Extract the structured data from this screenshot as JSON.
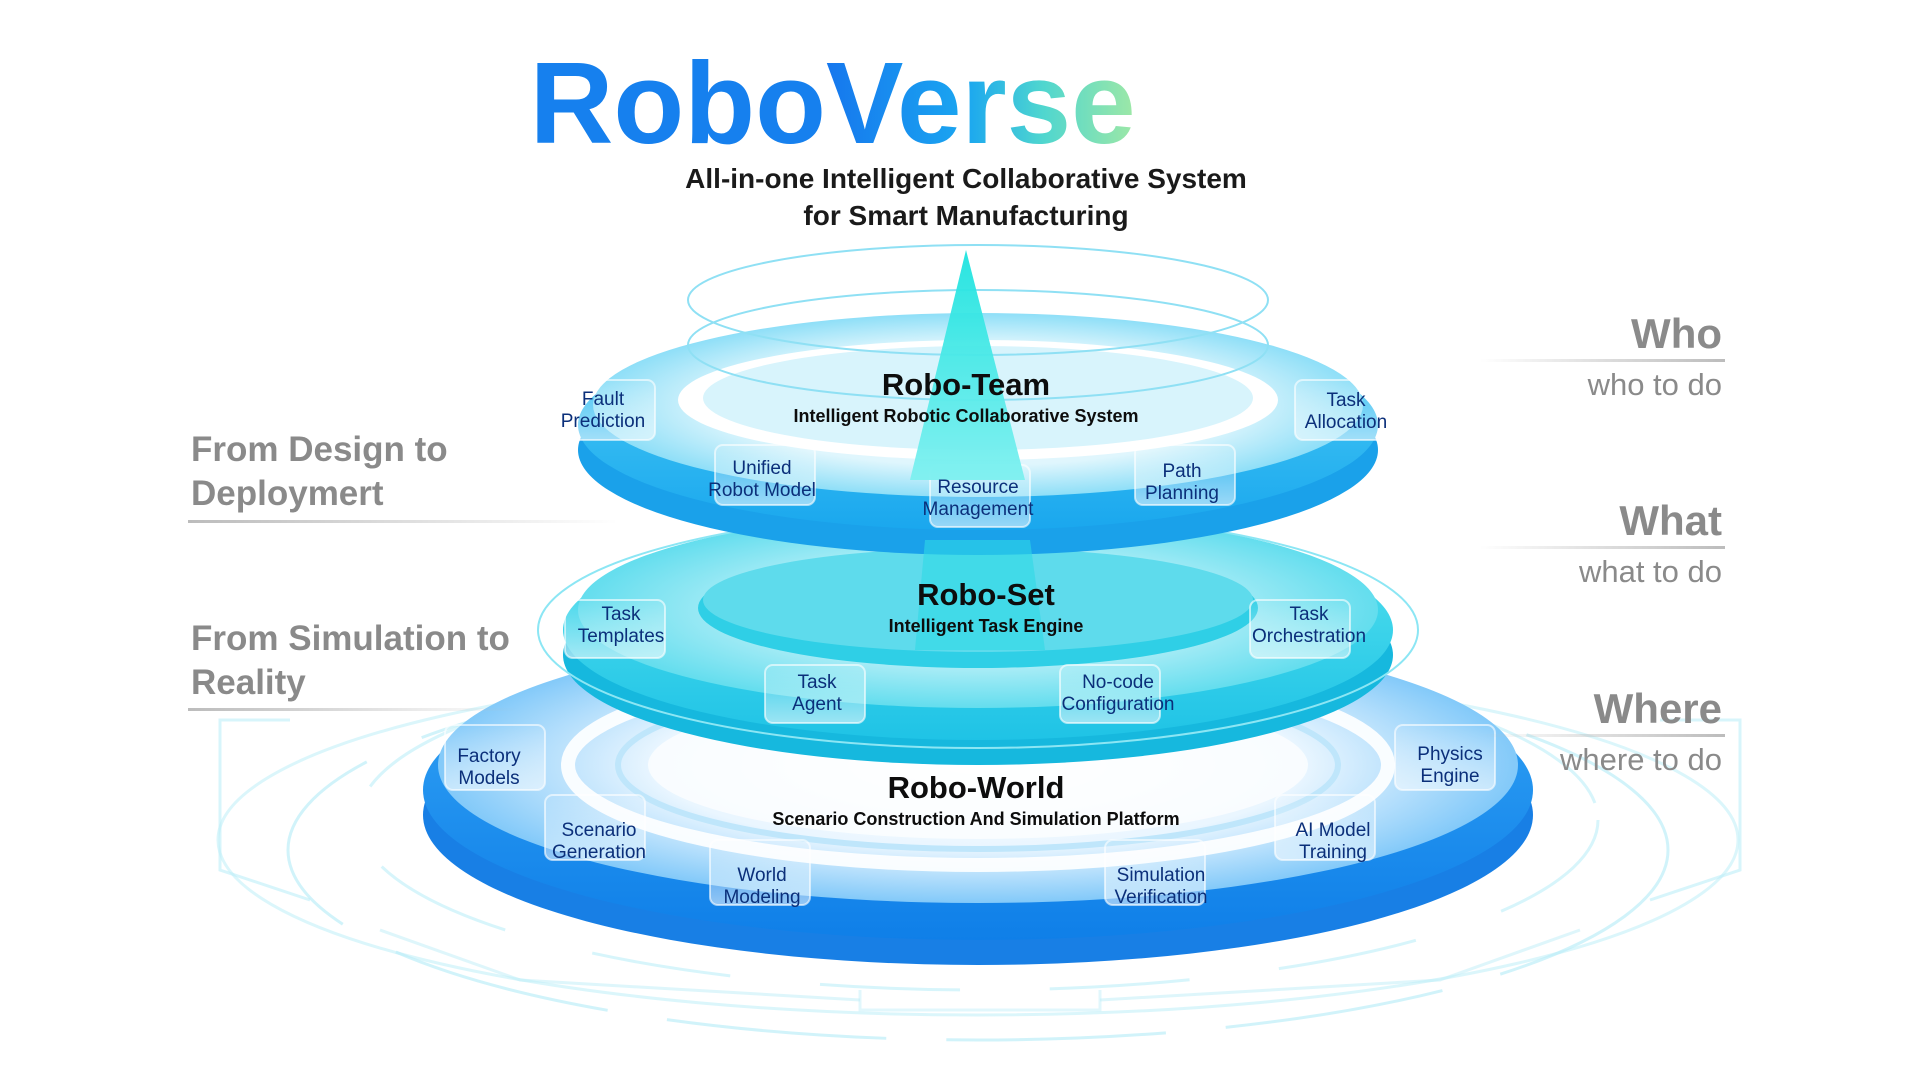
{
  "header": {
    "title_part1": "Robo",
    "title_part2": "Verse",
    "subtitle_line1": "All-in-one Intelligent Collaborative System",
    "subtitle_line2": "for Smart Manufacturing"
  },
  "layers": {
    "team": {
      "name": "Robo-Team",
      "desc": "Intelligent Robotic Collaborative System",
      "modules": [
        [
          "Fault",
          "Prediction"
        ],
        [
          "Unified",
          "Robot Model"
        ],
        [
          "Resource",
          "Management"
        ],
        [
          "Path",
          "Planning"
        ],
        [
          "Task",
          "Allocation"
        ]
      ]
    },
    "set": {
      "name": "Robo-Set",
      "desc": "Intelligent Task Engine",
      "modules": [
        [
          "Task",
          "Templates"
        ],
        [
          "Task",
          "Agent"
        ],
        [
          "No-code",
          "Configuration"
        ],
        [
          "Task",
          "Orchestration"
        ]
      ]
    },
    "world": {
      "name": "Robo-World",
      "desc": "Scenario Construction And Simulation Platform",
      "modules": [
        [
          "Factory",
          "Models"
        ],
        [
          "Scenario",
          "Generation"
        ],
        [
          "World",
          "Modeling"
        ],
        [
          "Simulation",
          "Verification"
        ],
        [
          "AI Model",
          "Training"
        ],
        [
          "Physics",
          "Engine"
        ]
      ]
    }
  },
  "left_labels": {
    "design": [
      "From Design to",
      "Deploymert"
    ],
    "simulation": [
      "From Simulation to",
      "Reality"
    ]
  },
  "right_labels": {
    "who": {
      "title": "Who",
      "sub": "who to do"
    },
    "what": {
      "title": "What",
      "sub": "what to do"
    },
    "where": {
      "title": "Where",
      "sub": "where to do"
    }
  },
  "colors": {
    "title_blue": "#1a8cf0",
    "title_green": "#7fe0a8",
    "cyan": "#26d9e6",
    "blue": "#1f8ef1",
    "module_text": "#0b2f7a",
    "side_text": "#8a8a8a"
  }
}
